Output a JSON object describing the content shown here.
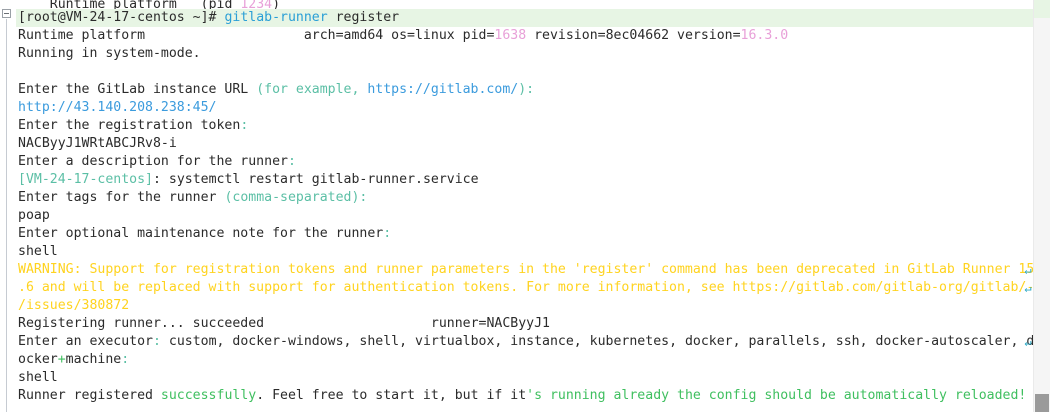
{
  "terminal": {
    "icons": {
      "fold": "fold-collapse-icon",
      "wrap": "soft-wrap-indicator-icon",
      "scrollbar": "vertical-scrollbar"
    },
    "prompt": {
      "user_host": "[root@VM-24-17-centos ~]#",
      "command": "gitlab-runner register"
    },
    "lines": [
      {
        "name": "clipped-top-line",
        "clipped": true,
        "segments": [
          {
            "text": "    ",
            "color": "c-default"
          },
          {
            "text": "Runtime platform",
            "color": "c-default"
          },
          {
            "text": "   (pid ",
            "color": "c-default"
          },
          {
            "text": "1234",
            "color": "c-magenta"
          },
          {
            "text": ")",
            "color": "c-default"
          }
        ]
      },
      {
        "name": "command-line",
        "highlight": true,
        "segments": [
          {
            "text": "[root@VM-24-17-centos ~]# ",
            "color": "c-default"
          },
          {
            "text": "gitlab-runner",
            "color": "c-blue"
          },
          {
            "text": " register",
            "color": "c-default"
          }
        ]
      },
      {
        "name": "runtime-platform-line",
        "segments": [
          {
            "text": "Runtime platform",
            "color": "c-default"
          },
          {
            "text": "                    ",
            "color": "c-default"
          },
          {
            "text": "arch=amd64 os=linux pid=",
            "color": "c-default"
          },
          {
            "text": "1638",
            "color": "c-magenta"
          },
          {
            "text": " revision=8ec04662 version=",
            "color": "c-default"
          },
          {
            "text": "16.3.0",
            "color": "c-magenta"
          }
        ]
      },
      {
        "name": "system-mode-line",
        "segments": [
          {
            "text": "Running in system-mode.",
            "color": "c-default"
          }
        ]
      },
      {
        "name": "blank-line-1",
        "segments": [
          {
            "text": " ",
            "color": "c-default"
          }
        ]
      },
      {
        "name": "prompt-instance-url",
        "segments": [
          {
            "text": "Enter the GitLab instance URL ",
            "color": "c-default"
          },
          {
            "text": "(for example, ",
            "color": "c-teal"
          },
          {
            "text": "https://gitlab.com/",
            "color": "c-link"
          },
          {
            "text": ")",
            "color": "c-teal"
          },
          {
            "text": ":",
            "color": "c-teal"
          }
        ]
      },
      {
        "name": "input-instance-url",
        "segments": [
          {
            "text": "http://43.140.208.238:45/",
            "color": "c-link"
          }
        ]
      },
      {
        "name": "prompt-registration-token",
        "segments": [
          {
            "text": "Enter the registration token",
            "color": "c-default"
          },
          {
            "text": ":",
            "color": "c-teal"
          }
        ]
      },
      {
        "name": "input-registration-token",
        "segments": [
          {
            "text": "NACByyJ1WRtABCJRv8-i",
            "color": "c-default"
          }
        ]
      },
      {
        "name": "prompt-runner-description",
        "segments": [
          {
            "text": "Enter a description for the runner",
            "color": "c-default"
          },
          {
            "text": ":",
            "color": "c-teal"
          }
        ]
      },
      {
        "name": "input-runner-description",
        "segments": [
          {
            "text": "[",
            "color": "c-teal"
          },
          {
            "text": "VM-24-17-centos",
            "color": "c-teal"
          },
          {
            "text": "]",
            "color": "c-teal"
          },
          {
            "text": ": systemctl restart gitlab-runner.service",
            "color": "c-default"
          }
        ]
      },
      {
        "name": "prompt-runner-tags",
        "segments": [
          {
            "text": "Enter tags for the runner ",
            "color": "c-default"
          },
          {
            "text": "(comma-separated)",
            "color": "c-teal"
          },
          {
            "text": ":",
            "color": "c-teal"
          }
        ]
      },
      {
        "name": "input-runner-tags",
        "segments": [
          {
            "text": "poap",
            "color": "c-default"
          }
        ]
      },
      {
        "name": "prompt-maintenance-note",
        "segments": [
          {
            "text": "Enter optional maintenance note for the runner",
            "color": "c-default"
          },
          {
            "text": ":",
            "color": "c-teal"
          }
        ]
      },
      {
        "name": "input-maintenance-note",
        "segments": [
          {
            "text": "shell",
            "color": "c-default"
          }
        ]
      },
      {
        "name": "warning-line-1",
        "wrap": true,
        "segments": [
          {
            "text": "WARNING: Support for registration tokens and runner parameters in the 'register' command has been deprecated in GitLab Runner 15",
            "color": "c-yellow"
          }
        ]
      },
      {
        "name": "warning-line-2",
        "wrap": true,
        "segments": [
          {
            "text": ".6 and will be replaced with support for authentication tokens. For more information, see https://gitlab.com/gitlab-org/gitlab/-",
            "color": "c-yellow"
          }
        ]
      },
      {
        "name": "warning-line-3",
        "segments": [
          {
            "text": "/issues/380872",
            "color": "c-yellow"
          }
        ]
      },
      {
        "name": "registering-runner-line",
        "segments": [
          {
            "text": "Registering runner... succeeded",
            "color": "c-default"
          },
          {
            "text": "                     ",
            "color": "c-default"
          },
          {
            "text": "runner=NACByyJ1",
            "color": "c-default"
          }
        ]
      },
      {
        "name": "prompt-executor",
        "wrap": true,
        "segments": [
          {
            "text": "Enter an executor",
            "color": "c-default"
          },
          {
            "text": ":",
            "color": "c-teal"
          },
          {
            "text": " custom, docker-windows, shell, virtualbox, instance, kubernetes, docker, parallels, ssh, docker-autoscaler, d",
            "color": "c-default"
          }
        ]
      },
      {
        "name": "prompt-executor-continued",
        "segments": [
          {
            "text": "ocker",
            "color": "c-default"
          },
          {
            "text": "+",
            "color": "c-green"
          },
          {
            "text": "machine",
            "color": "c-default"
          },
          {
            "text": ":",
            "color": "c-teal"
          }
        ]
      },
      {
        "name": "input-executor",
        "segments": [
          {
            "text": "shell",
            "color": "c-default"
          }
        ]
      },
      {
        "name": "runner-registered-line",
        "segments": [
          {
            "text": "Runner registered ",
            "color": "c-default"
          },
          {
            "text": "successfully",
            "color": "c-green"
          },
          {
            "text": ". Feel free to start it, but if it",
            "color": "c-default"
          },
          {
            "text": "'s running already the config should be automatically reloaded!",
            "color": "c-green"
          }
        ]
      }
    ]
  }
}
